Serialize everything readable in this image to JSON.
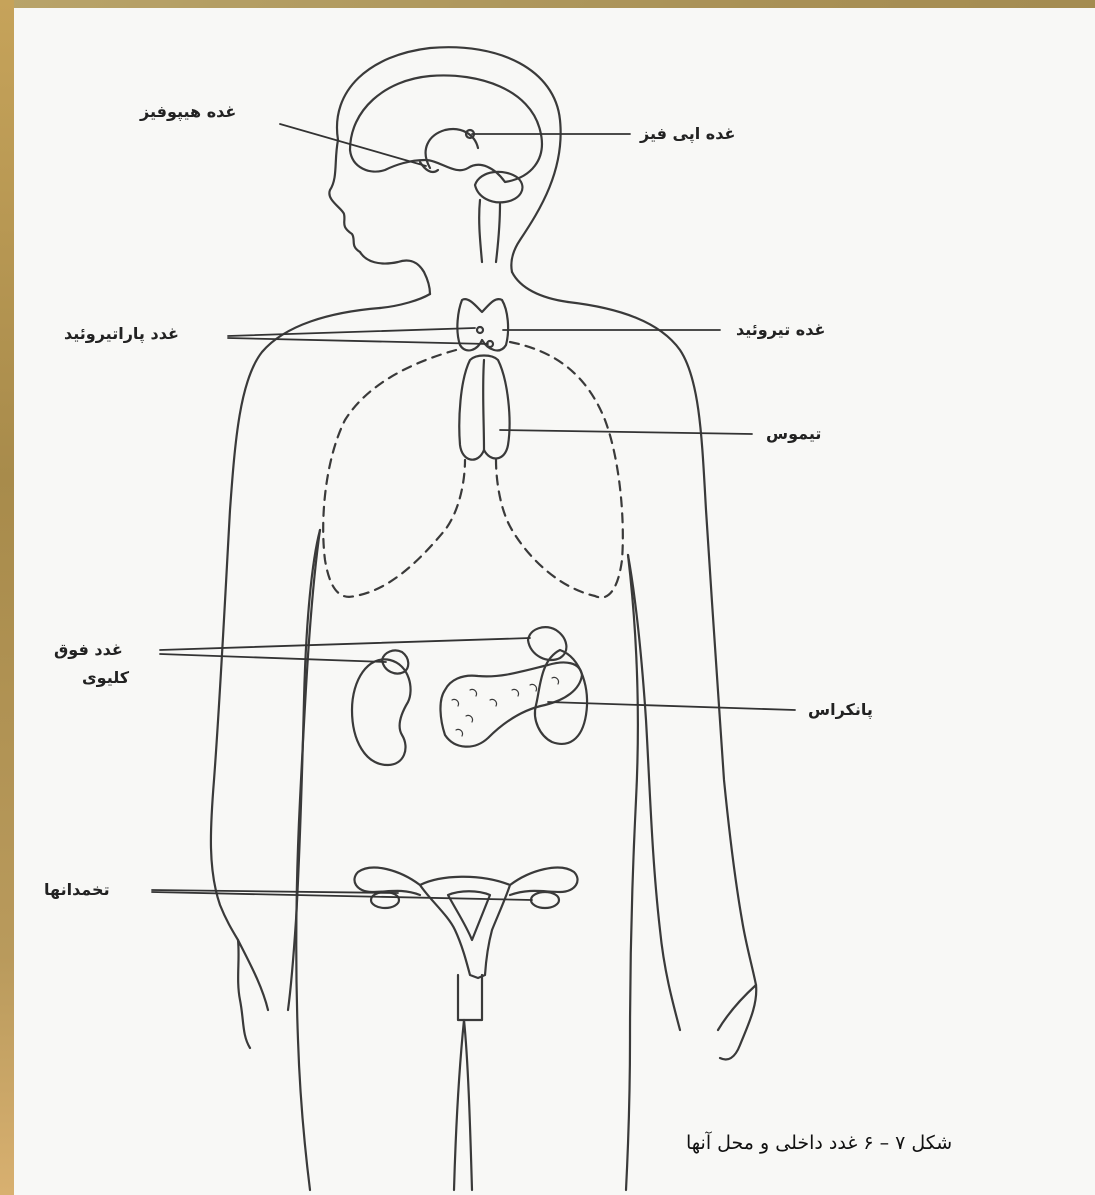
{
  "labels": {
    "hypophysis": "غده هیپوفیز",
    "epiphysis": "غده اپی فیز",
    "parathyroid": "غدد پاراتیروئید",
    "thyroid": "غده تیروئید",
    "thymus": "تیموس",
    "adrenal_line1": "غدد فوق",
    "adrenal_line2": "کلیوی",
    "pancreas": "پانکراس",
    "ovaries": "تخمدانها"
  },
  "caption": "شکل ۷ – ۶ غدد داخلی و محل آنها"
}
